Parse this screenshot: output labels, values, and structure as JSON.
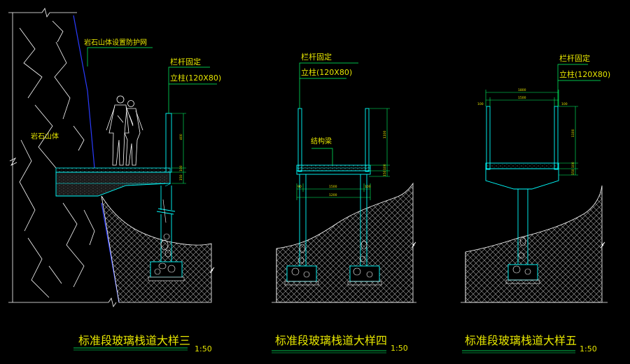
{
  "colors": {
    "background": "#000000",
    "structure": "#00ffff",
    "annotation_text": "#e6e600",
    "leader": "#00ff66",
    "rock_edge": "#2a3cff",
    "terrain": "#ffffff",
    "title_underline": "#00ff66"
  },
  "detail3": {
    "label_rock_net": "岩石山体设置防护网",
    "label_railing_fix": "栏杆固定",
    "label_post": "立柱(120X80)",
    "label_rock": "岩石山体",
    "dims": [
      "400",
      "100",
      "150"
    ],
    "title": "标准段玻璃栈道大样三",
    "scale": "1:50"
  },
  "detail4": {
    "label_railing_fix": "栏杆固定",
    "label_post": "立柱(120X80)",
    "label_beam": "结构梁",
    "dims_right": [
      "1100",
      "100",
      "150"
    ],
    "dims_bottom": [
      "90",
      "1500",
      "100",
      "1200"
    ],
    "title": "标准段玻璃栈道大样四",
    "scale": "1:50"
  },
  "detail5": {
    "label_railing_fix": "栏杆固定",
    "label_post": "立柱(120X80)",
    "dims_top": [
      "1800",
      "1500",
      "100",
      "100"
    ],
    "dims_right": [
      "1100",
      "100",
      "150"
    ],
    "title": "标准段玻璃栈道大样五",
    "scale": "1:50"
  }
}
